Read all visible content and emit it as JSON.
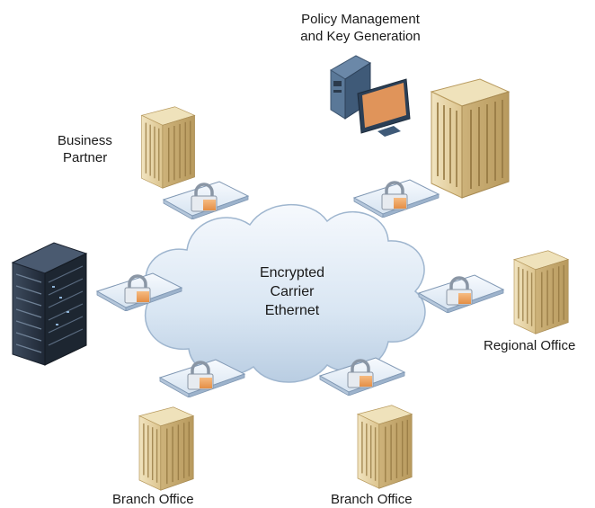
{
  "cloud": {
    "label_line1": "Encrypted",
    "label_line2": "Carrier",
    "label_line3": "Ethernet"
  },
  "nodes": {
    "policy_line1": "Policy Management",
    "policy_line2": "and Key Generation",
    "business_line1": "Business",
    "business_line2": "Partner",
    "regional": "Regional Office",
    "branch_left": "Branch Office",
    "branch_right": "Branch Office"
  },
  "colors": {
    "building": "#e8d6a8",
    "building_shadow": "#c9b07a",
    "cloud": "#dde9f5",
    "encryptor": "#eef4fb",
    "lock": "#f0a868",
    "server": "#2e3a4a"
  },
  "icons": [
    "cloud-icon",
    "encryptor-lock-icon",
    "office-building-icon",
    "workstation-icon",
    "server-rack-icon"
  ]
}
